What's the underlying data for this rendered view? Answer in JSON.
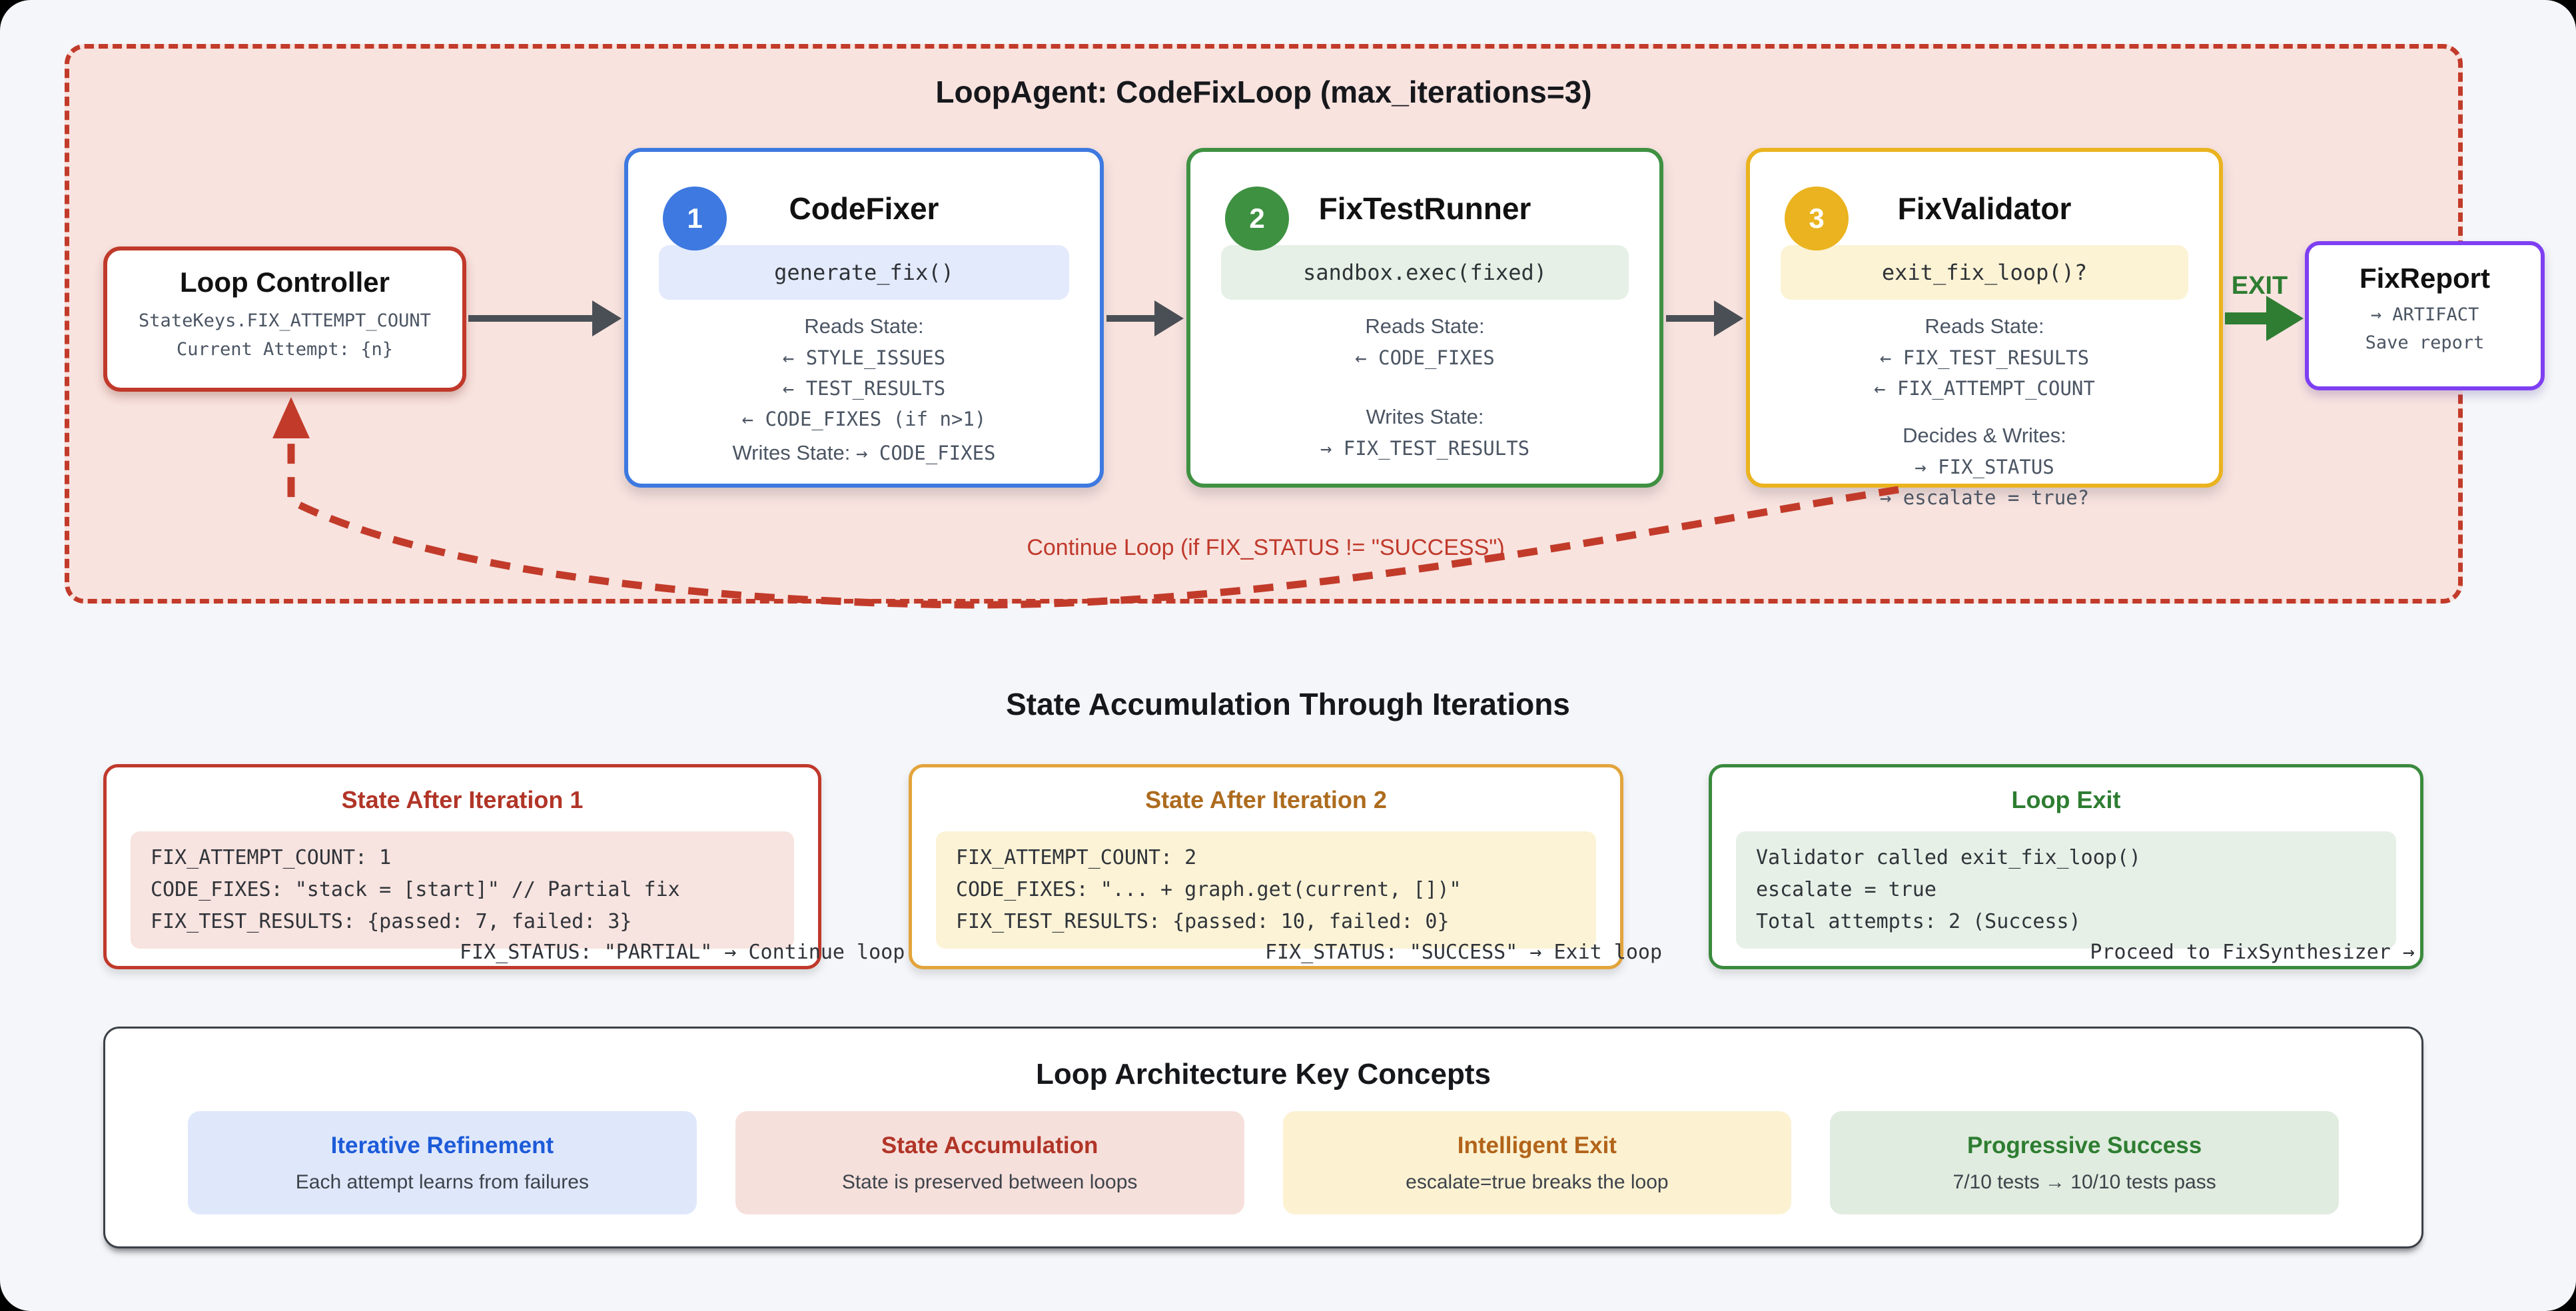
{
  "loop": {
    "title": "LoopAgent: CodeFixLoop (max_iterations=3)",
    "controller": {
      "title": "Loop Controller",
      "line1": "StateKeys.FIX_ATTEMPT_COUNT",
      "line2": "Current Attempt: {n}"
    },
    "codefixer": {
      "number": "1",
      "title": "CodeFixer",
      "pill": "generate_fix()",
      "reads_label": "Reads State:",
      "read1": "← STYLE_ISSUES",
      "read2": "← TEST_RESULTS",
      "read3": "← CODE_FIXES (if n>1)",
      "writes_label": "Writes State:",
      "writes_value": "→ CODE_FIXES"
    },
    "testrunner": {
      "number": "2",
      "title": "FixTestRunner",
      "pill": "sandbox.exec(fixed)",
      "reads_label": "Reads State:",
      "read1": "← CODE_FIXES",
      "writes_label": "Writes State:",
      "write1": "→ FIX_TEST_RESULTS"
    },
    "validator": {
      "number": "3",
      "title": "FixValidator",
      "pill": "exit_fix_loop()?",
      "reads_label": "Reads State:",
      "read1": "← FIX_TEST_RESULTS",
      "read2": "← FIX_ATTEMPT_COUNT",
      "writes_label": "Decides & Writes:",
      "write1": "→ FIX_STATUS",
      "write2": "→ escalate = true?"
    },
    "exit_label": "EXIT",
    "report": {
      "title": "FixReport",
      "line1": "→ ARTIFACT",
      "line2": "Save report"
    },
    "continue_label": "Continue Loop (if FIX_STATUS != \"SUCCESS\")"
  },
  "state_section": {
    "title": "State Accumulation Through Iterations",
    "card1": {
      "title": "State After Iteration 1",
      "code1": "FIX_ATTEMPT_COUNT: 1",
      "code2": "CODE_FIXES: \"stack = [start]\" // Partial fix",
      "code3": "FIX_TEST_RESULTS: {passed: 7, failed: 3}",
      "footer": "FIX_STATUS: \"PARTIAL\" → Continue loop"
    },
    "card2": {
      "title": "State After Iteration 2",
      "code1": "FIX_ATTEMPT_COUNT: 2",
      "code2": "CODE_FIXES: \"... + graph.get(current, [])\"",
      "code3": "FIX_TEST_RESULTS: {passed: 10, failed: 0}",
      "footer": "FIX_STATUS: \"SUCCESS\" → Exit loop"
    },
    "card3": {
      "title": "Loop Exit",
      "code1": "Validator called exit_fix_loop()",
      "code2": "escalate = true",
      "code3": "Total attempts: 2 (Success)",
      "footer": "Proceed to FixSynthesizer →"
    }
  },
  "concepts": {
    "title": "Loop Architecture Key Concepts",
    "card1": {
      "title": "Iterative Refinement",
      "subtitle": "Each attempt learns from failures"
    },
    "card2": {
      "title": "State Accumulation",
      "subtitle": "State is preserved between loops"
    },
    "card3": {
      "title": "Intelligent Exit",
      "subtitle": "escalate=true breaks the loop"
    },
    "card4": {
      "title": "Progressive Success",
      "subtitle": "7/10 tests → 10/10 tests pass"
    }
  },
  "colors": {
    "loop_border_red": "#c23b2a",
    "loop_bg_pink": "#f8e3df",
    "blue_accent": "#3d79e0",
    "green_accent": "#3f9142",
    "yellow_accent": "#eab31f",
    "purple_accent": "#7e3ff2",
    "exit_green": "#2e7d32",
    "continue_red": "#c0392b",
    "arrow_gray": "#4a4f55",
    "page_bg": "#f4f6f9"
  }
}
